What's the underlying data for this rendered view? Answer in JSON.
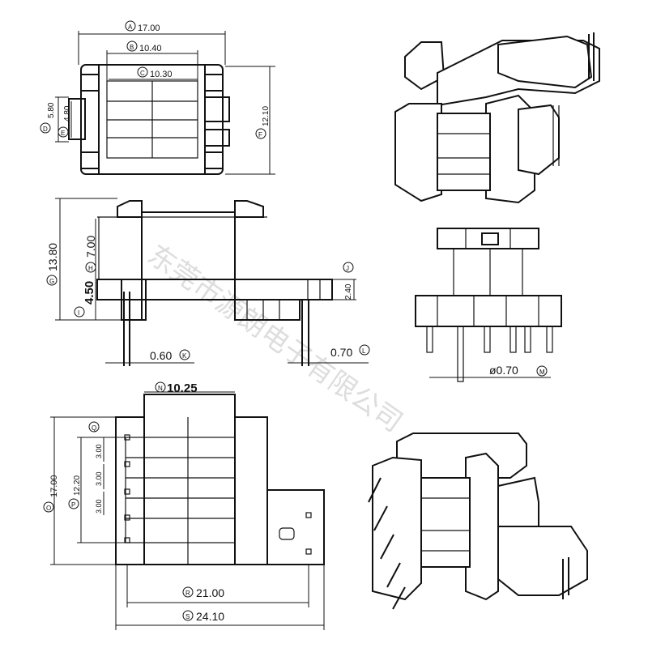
{
  "watermark": "东莞市源朗电子有限公司",
  "dimensions": {
    "A": {
      "letter": "A",
      "value": "17.00"
    },
    "B": {
      "letter": "B",
      "value": "10.40"
    },
    "C": {
      "letter": "C",
      "value": "10.30"
    },
    "D": {
      "letter": "D",
      "value": "5.80"
    },
    "E": {
      "letter": "E",
      "value": "4.80"
    },
    "F": {
      "letter": "F",
      "value": "12.10"
    },
    "G": {
      "letter": "G",
      "value": "13.80"
    },
    "H": {
      "letter": "H",
      "value": "7.00"
    },
    "I": {
      "letter": "I",
      "value": "4.50"
    },
    "J": {
      "letter": "J",
      "value": "2.40"
    },
    "K": {
      "letter": "K",
      "value": "0.60"
    },
    "L": {
      "letter": "L",
      "value": "0.70"
    },
    "M": {
      "letter": "M",
      "value": "ø0.70"
    },
    "N": {
      "letter": "N",
      "value": "10.25"
    },
    "O": {
      "letter": "O",
      "value": "17.00"
    },
    "P": {
      "letter": "P",
      "value": "12.20"
    },
    "Q": {
      "letter": "Q"
    },
    "R": {
      "letter": "R",
      "value": "21.00"
    },
    "S": {
      "letter": "S",
      "value": "24.10"
    },
    "pitch1": {
      "value": "3.00"
    },
    "pitch2": {
      "value": "3.00"
    },
    "pitch3": {
      "value": "3.00"
    }
  }
}
